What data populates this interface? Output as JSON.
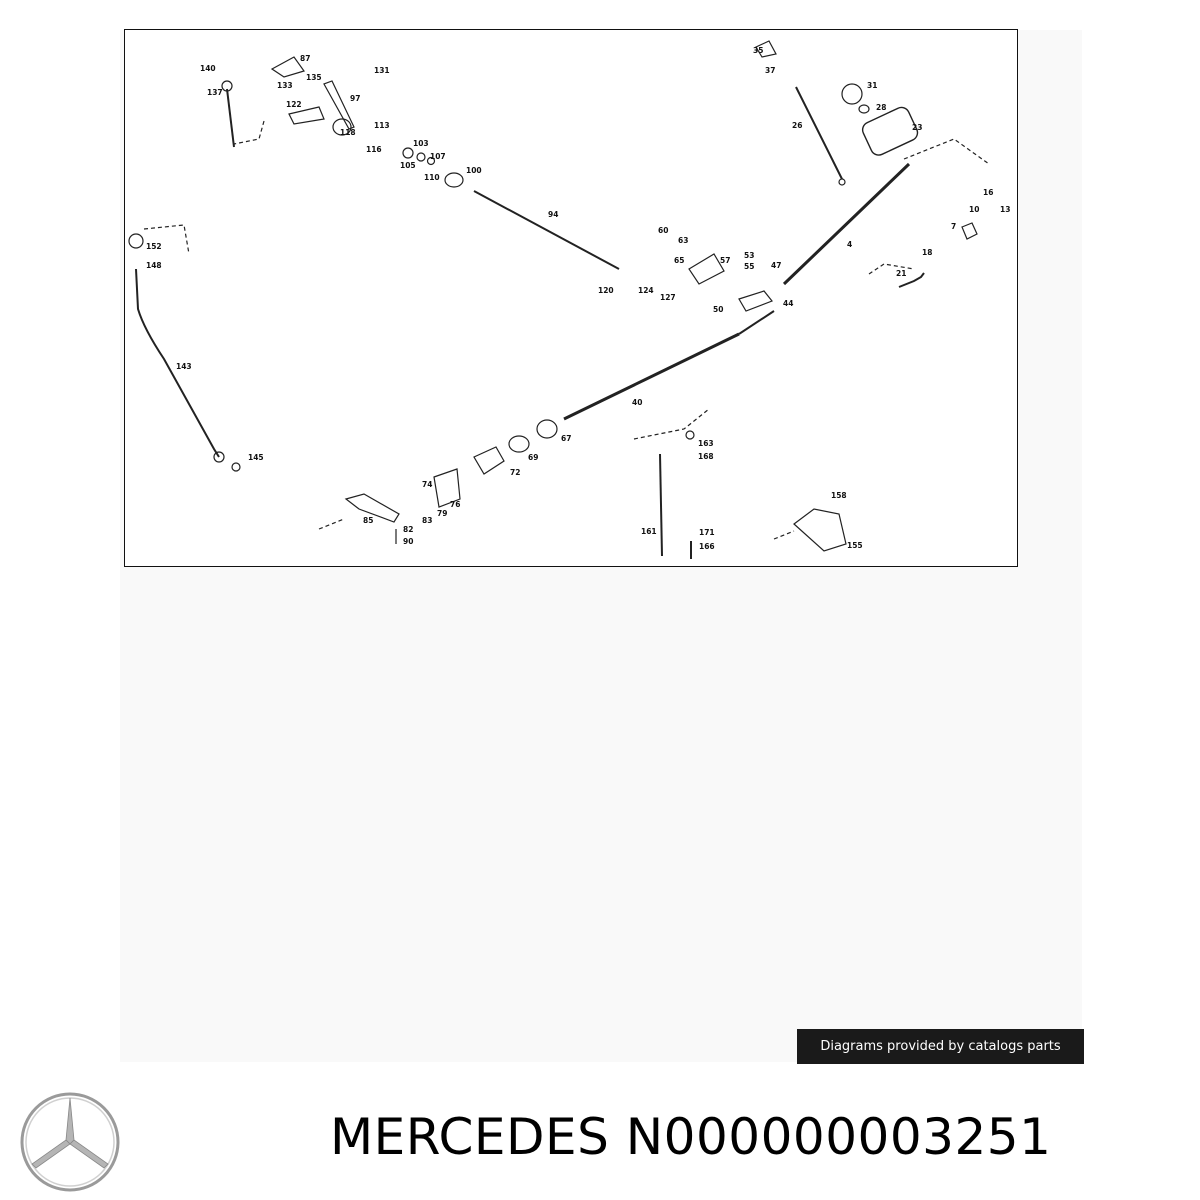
{
  "diagram": {
    "part_labels": [
      "140",
      "87",
      "131",
      "137",
      "133",
      "135",
      "122",
      "97",
      "118",
      "113",
      "116",
      "103",
      "105",
      "107",
      "110",
      "100",
      "94",
      "152",
      "148",
      "143",
      "145",
      "60",
      "63",
      "65",
      "57",
      "53",
      "55",
      "47",
      "120",
      "124",
      "127",
      "50",
      "44",
      "35",
      "37",
      "31",
      "28",
      "26",
      "23",
      "16",
      "13",
      "10",
      "7",
      "18",
      "21",
      "4",
      "40",
      "67",
      "69",
      "72",
      "74",
      "76",
      "79",
      "83",
      "82",
      "90",
      "85",
      "163",
      "168",
      "161",
      "171",
      "166",
      "158",
      "155"
    ]
  },
  "credit": "Diagrams provided by catalogs parts",
  "brand": "MERCEDES",
  "part_number": "N000000003251",
  "logo_icon": "mercedes-star-icon"
}
